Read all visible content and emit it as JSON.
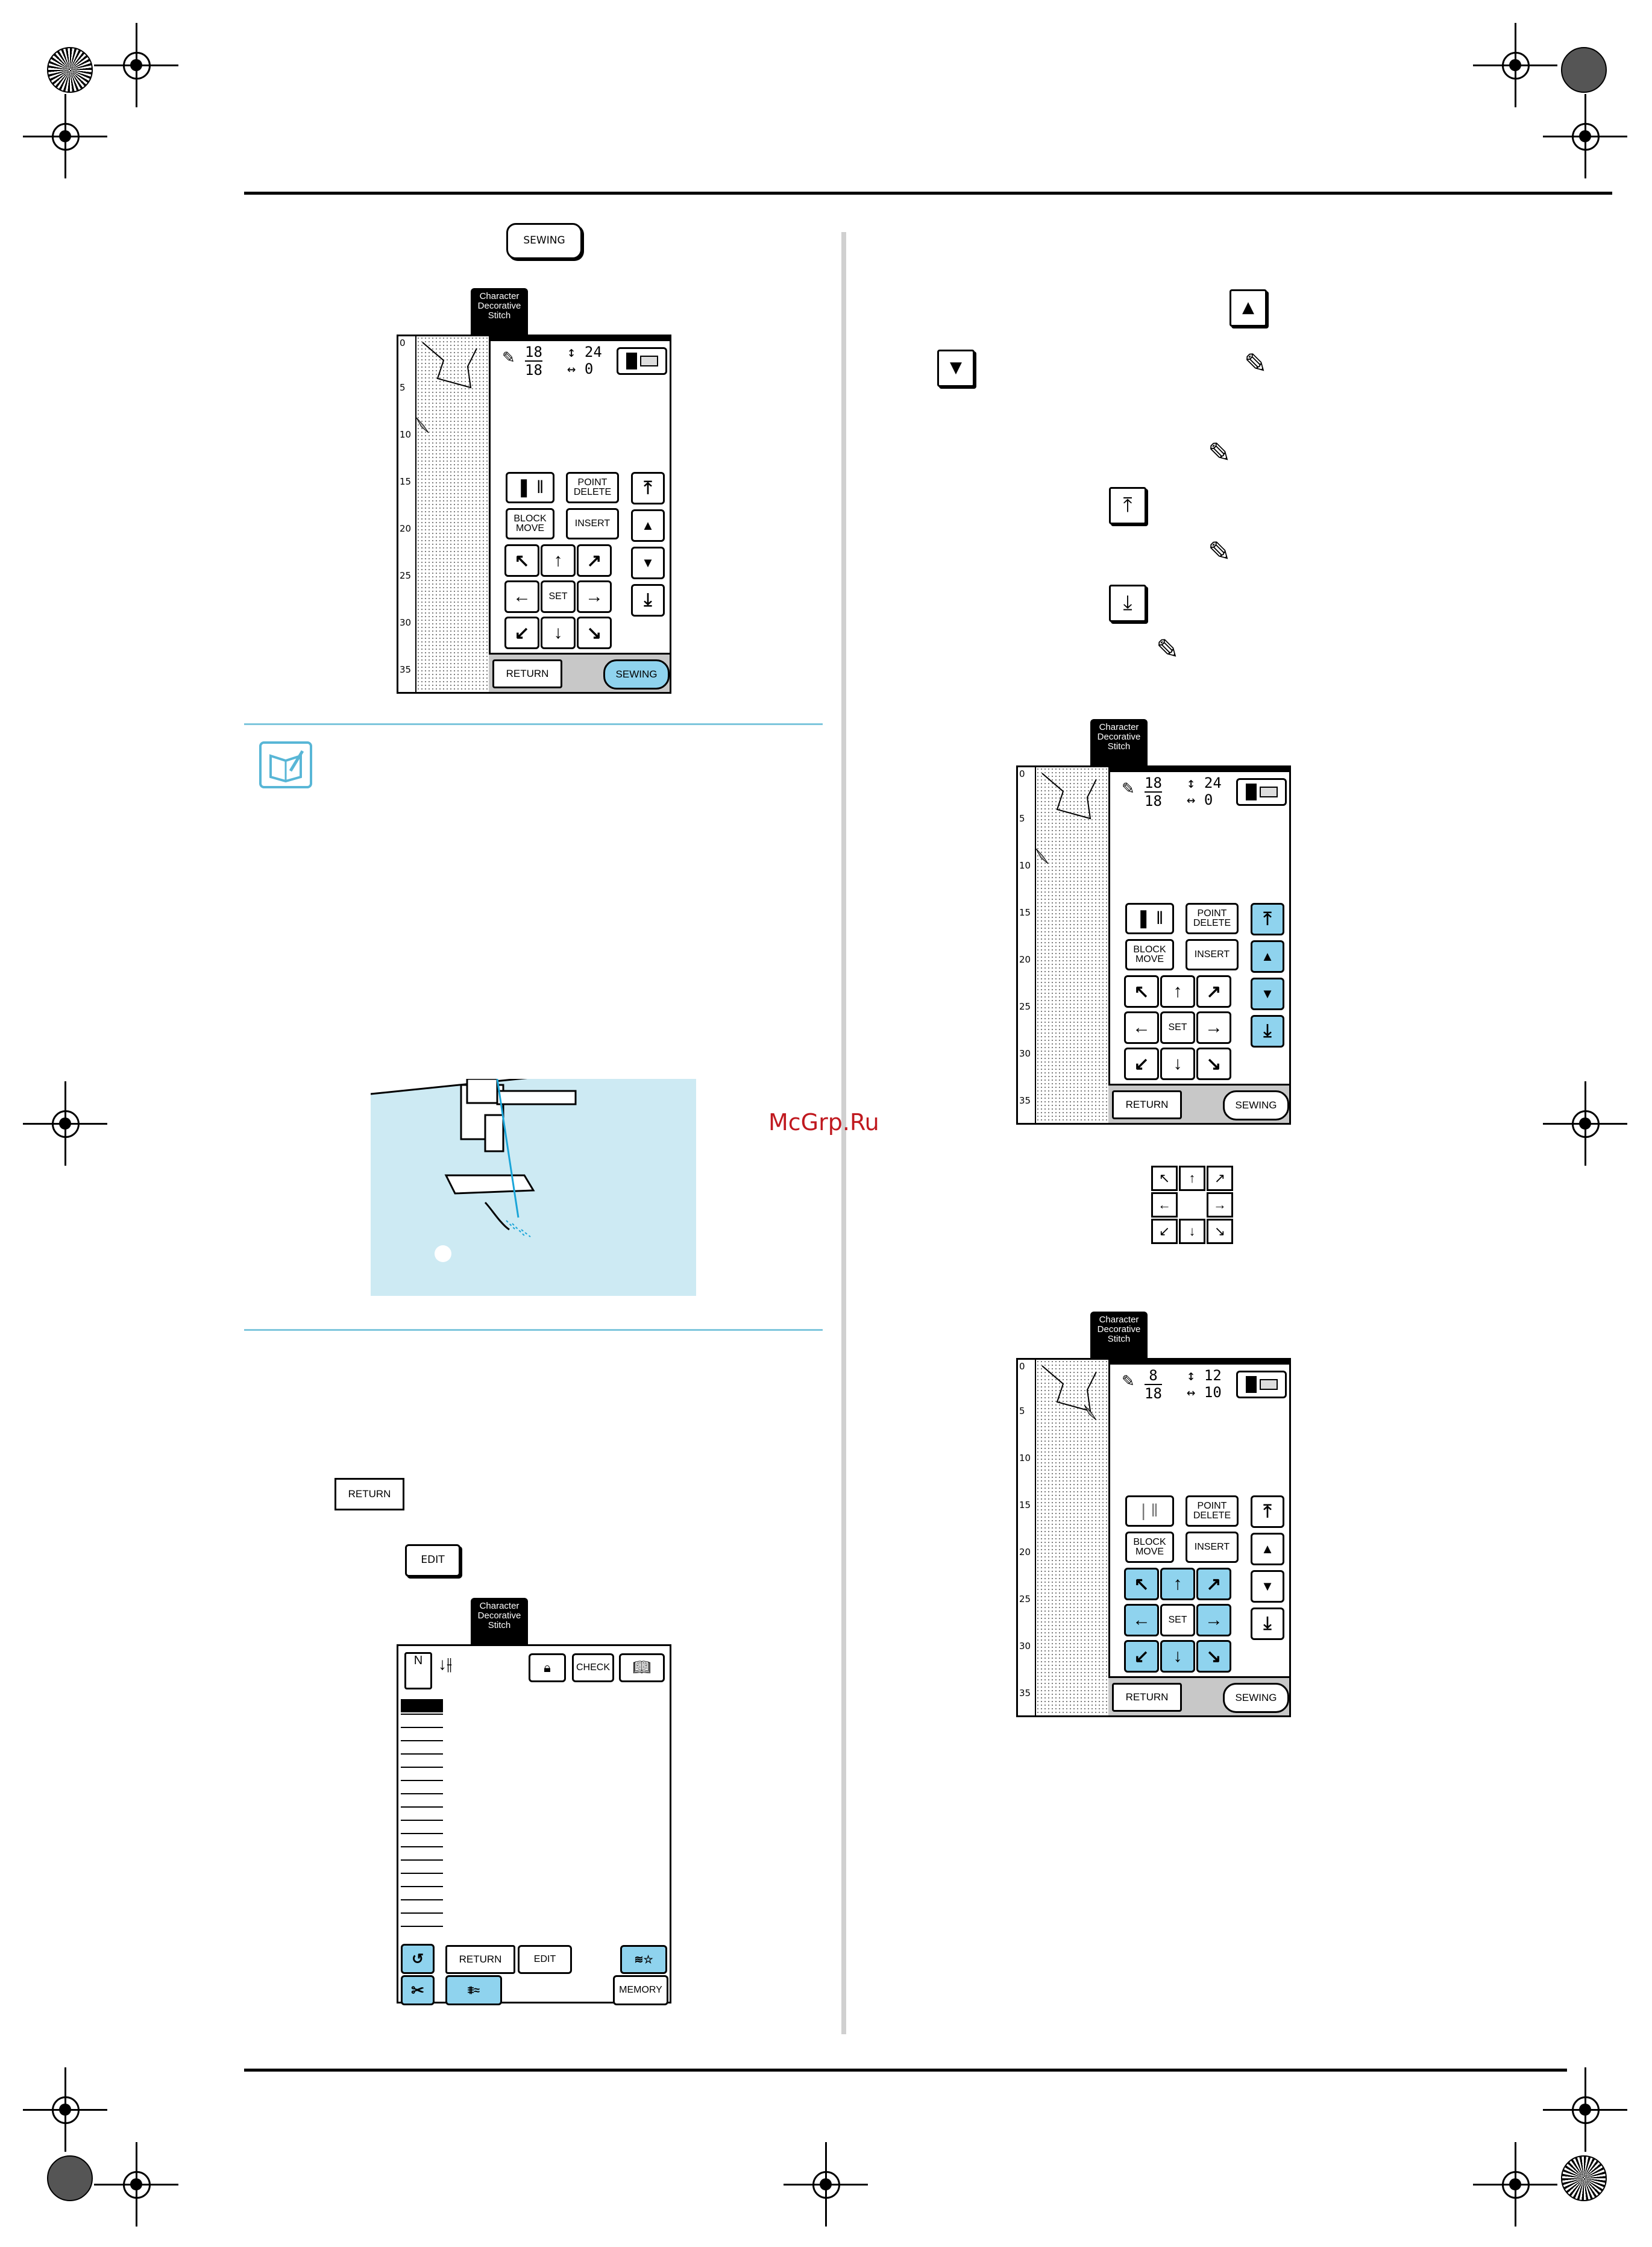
{
  "buttons": {
    "sewing": "SEWING",
    "return": "RETURN",
    "edit": "EDIT"
  },
  "tab_label": [
    "Character",
    "Decorative",
    "Stitch"
  ],
  "screen_buttons": {
    "point_delete": [
      "POINT",
      "DELETE"
    ],
    "block_move": [
      "BLOCK",
      "MOVE"
    ],
    "insert": "INSERT",
    "set": "SET",
    "return": "RETURN",
    "sewing": "SEWING",
    "check": "CHECK",
    "edit": "EDIT",
    "memory": "MEMORY"
  },
  "ruler_ticks": [
    "0",
    "5",
    "10",
    "15",
    "20",
    "25",
    "30",
    "35"
  ],
  "screen1": {
    "pt_num": "18",
    "pt_den": "18",
    "v_val": "24",
    "h_val": "0"
  },
  "screen2": {
    "pt_num": "18",
    "pt_den": "18",
    "v_val": "24",
    "h_val": "0"
  },
  "screen3": {
    "pt_num": "8",
    "pt_den": "18",
    "v_val": "12",
    "h_val": "10"
  },
  "watermark": "McGrp.Ru",
  "colors": {
    "accent": "#8fd3ee",
    "fabric": "#cdeaf3",
    "note_line": "#7ec6dc",
    "watermark": "#c0191f"
  }
}
